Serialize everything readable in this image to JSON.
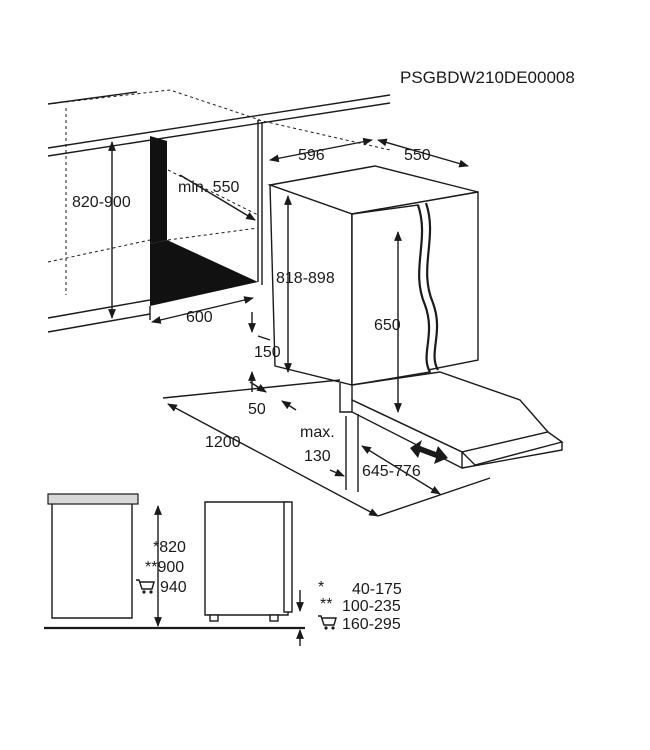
{
  "reference_code": "PSGBDW210DE00008",
  "dimensions": {
    "niche_height": "820-900",
    "min_depth": "min. 550",
    "niche_width": "600",
    "appliance_width": "596",
    "appliance_depth": "550",
    "appliance_height": "818-898",
    "door_height": "650",
    "plinth_height": "150",
    "plinth_setback": "50",
    "door_clearance": "1200",
    "max_label": "max.",
    "max_value": "130",
    "door_travel": "645-776"
  },
  "side_view": {
    "heights": [
      "*820",
      "**900",
      "940"
    ],
    "plinth_ranges": [
      {
        "mark": "*",
        "range": "40-175"
      },
      {
        "mark": "**",
        "range": "100-235"
      },
      {
        "mark": "",
        "range": "160-295"
      }
    ]
  }
}
